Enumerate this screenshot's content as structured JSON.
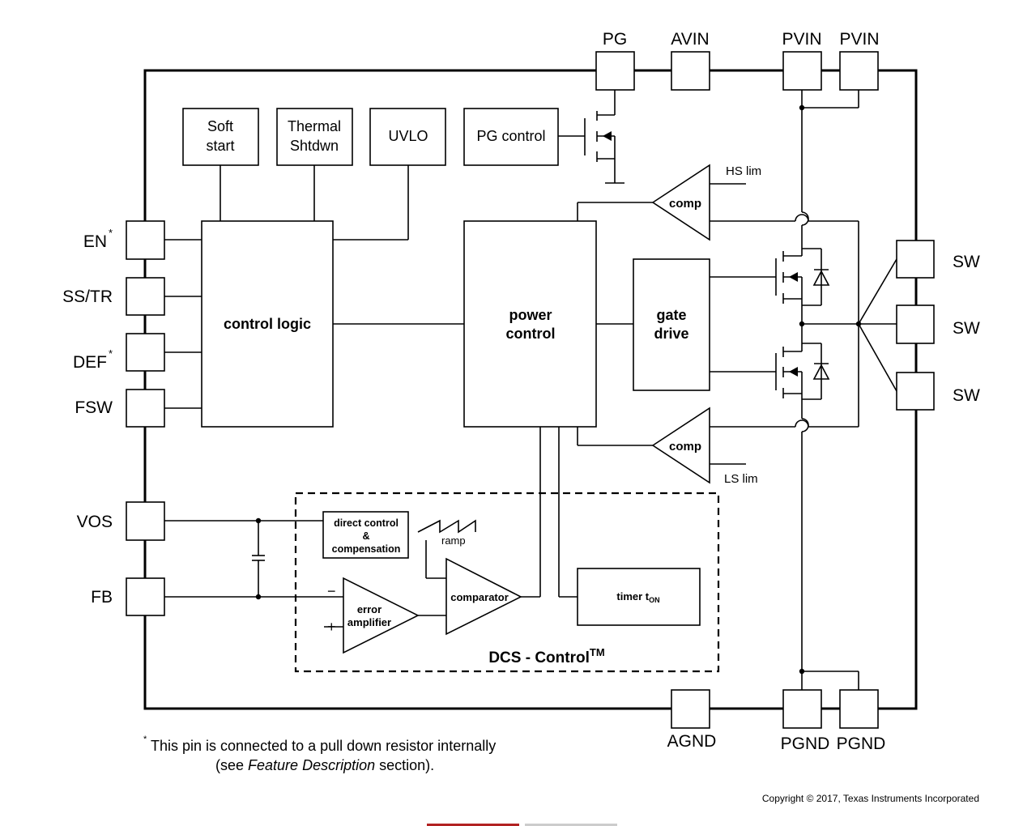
{
  "pins": {
    "pg": "PG",
    "avin": "AVIN",
    "pvin1": "PVIN",
    "pvin2": "PVIN",
    "en": "EN",
    "ss_tr": "SS/TR",
    "def": "DEF",
    "fsw": "FSW",
    "vos": "VOS",
    "fb": "FB",
    "sw1": "SW",
    "sw2": "SW",
    "sw3": "SW",
    "agnd": "AGND",
    "pgnd1": "PGND",
    "pgnd2": "PGND",
    "asterisk": "*"
  },
  "blocks": {
    "soft_start_1": "Soft",
    "soft_start_2": "start",
    "thermal_1": "Thermal",
    "thermal_2": "Shtdwn",
    "uvlo": "UVLO",
    "pg_control": "PG control",
    "control_logic": "control logic",
    "power_control_1": "power",
    "power_control_2": "control",
    "gate_drive_1": "gate",
    "gate_drive_2": "drive",
    "comp_top": "comp",
    "comp_bottom": "comp",
    "hs_lim": "HS lim",
    "ls_lim": "LS lim",
    "direct_control_1": "direct control",
    "direct_control_2": "&",
    "direct_control_3": "compensation",
    "ramp": "ramp",
    "comparator": "comparator",
    "error_amp_1": "error",
    "error_amp_2": "amplifier",
    "minus": "−",
    "plus": "+",
    "timer": "timer t",
    "timer_sub": "ON",
    "dcs_control": "DCS - Control",
    "dcs_tm": "TM"
  },
  "footnote": {
    "asterisk": "*",
    "line1": "This pin is connected to a pull down resistor internally",
    "line2_pre": "(see ",
    "line2_italic": "Feature Description",
    "line2_post": " section)."
  },
  "copyright": "Copyright © 2017, Texas Instruments Incorporated"
}
